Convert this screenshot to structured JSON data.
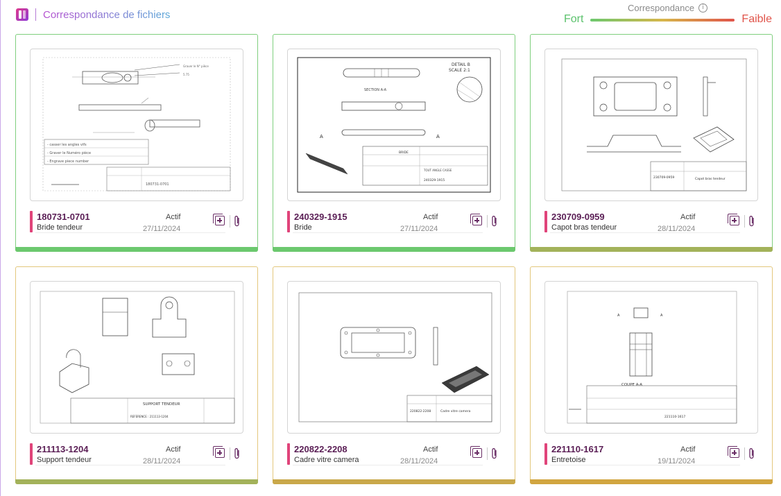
{
  "header": {
    "title": "Correspondance de fichiers",
    "icon": "split-file-icon"
  },
  "legend": {
    "title": "Correspondance",
    "strong_label": "Fort",
    "weak_label": "Faible",
    "colors": {
      "strong": "#5bc26c",
      "medium": "#d7b64a",
      "weak": "#e0544a"
    }
  },
  "colors": {
    "accent": "#e0447a",
    "reference_text": "#5a1e55",
    "card_border_strong": "#7fcf7e",
    "card_border_medium": "#e3c77c"
  },
  "cards": [
    {
      "reference": "180731-0701",
      "designation": "Bride tendeur",
      "status": "Actif",
      "date": "27/11/2024",
      "match_color": "#6cc86e",
      "border_color": "#7fcf7e"
    },
    {
      "reference": "240329-1915",
      "designation": "Bride",
      "status": "Actif",
      "date": "27/11/2024",
      "match_color": "#6cc86e",
      "border_color": "#7fcf7e"
    },
    {
      "reference": "230709-0959",
      "designation": "Capot bras tendeur",
      "status": "Actif",
      "date": "28/11/2024",
      "match_color": "#a3b25a",
      "border_color": "#7fcf7e"
    },
    {
      "reference": "211113-1204",
      "designation": "Support tendeur",
      "status": "Actif",
      "date": "28/11/2024",
      "match_color": "#a3b25a",
      "border_color": "#e3c77c"
    },
    {
      "reference": "220822-2208",
      "designation": "Cadre vitre camera",
      "status": "Actif",
      "date": "28/11/2024",
      "match_color": "#c9a84a",
      "border_color": "#e3c77c"
    },
    {
      "reference": "221110-1617",
      "designation": "Entretoise",
      "status": "Actif",
      "date": "19/11/2024",
      "match_color": "#d1a540",
      "border_color": "#e3c77c"
    }
  ]
}
